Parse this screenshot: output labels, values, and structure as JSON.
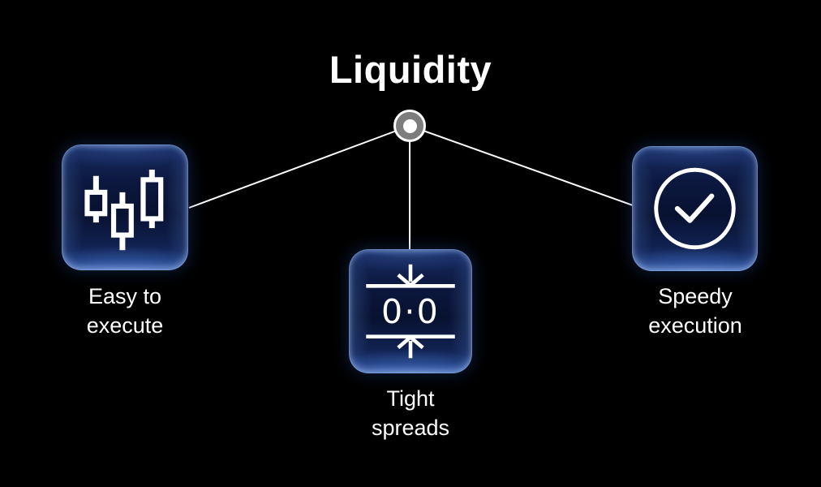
{
  "title": "Liquidity",
  "colors": {
    "background": "#000000",
    "text": "#ffffff",
    "connector_line": "#ffffff",
    "hub_ring_gray": "#7d7d7d",
    "tile_dark_navy": "#081130",
    "tile_edge_blue": "#28498e",
    "tile_sheen_blue": "#8db1ee",
    "icon_stroke": "#ffffff"
  },
  "hub": {
    "icon": "hub-node-icon"
  },
  "items": [
    {
      "id": "easy-to-execute",
      "icon": "candlestick-chart-icon",
      "label_lines": [
        "Easy to",
        "execute"
      ]
    },
    {
      "id": "tight-spreads",
      "icon": "spread-compress-icon",
      "icon_text": "0·0",
      "label_lines": [
        "Tight",
        "spreads"
      ]
    },
    {
      "id": "speedy-execution",
      "icon": "check-circle-icon",
      "label_lines": [
        "Speedy",
        "execution"
      ]
    }
  ]
}
